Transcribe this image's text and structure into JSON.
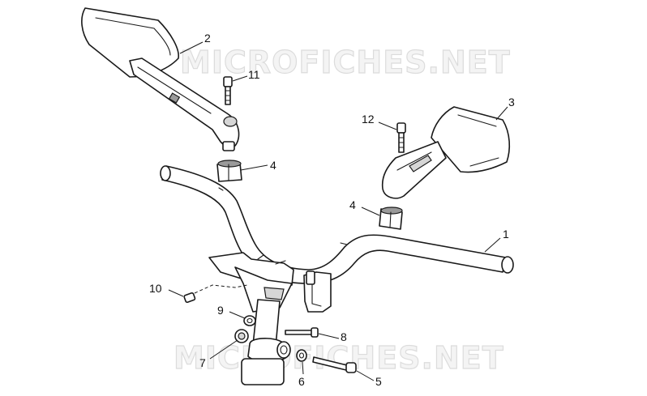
{
  "watermark": {
    "text": "MICROFICHES.NET"
  },
  "callouts": [
    {
      "label": "1"
    },
    {
      "label": "2"
    },
    {
      "label": "3"
    },
    {
      "label": "4"
    },
    {
      "label": "4"
    },
    {
      "label": "5"
    },
    {
      "label": "6"
    },
    {
      "label": "7"
    },
    {
      "label": "8"
    },
    {
      "label": "9"
    },
    {
      "label": "10"
    },
    {
      "label": "11"
    },
    {
      "label": "12"
    }
  ]
}
